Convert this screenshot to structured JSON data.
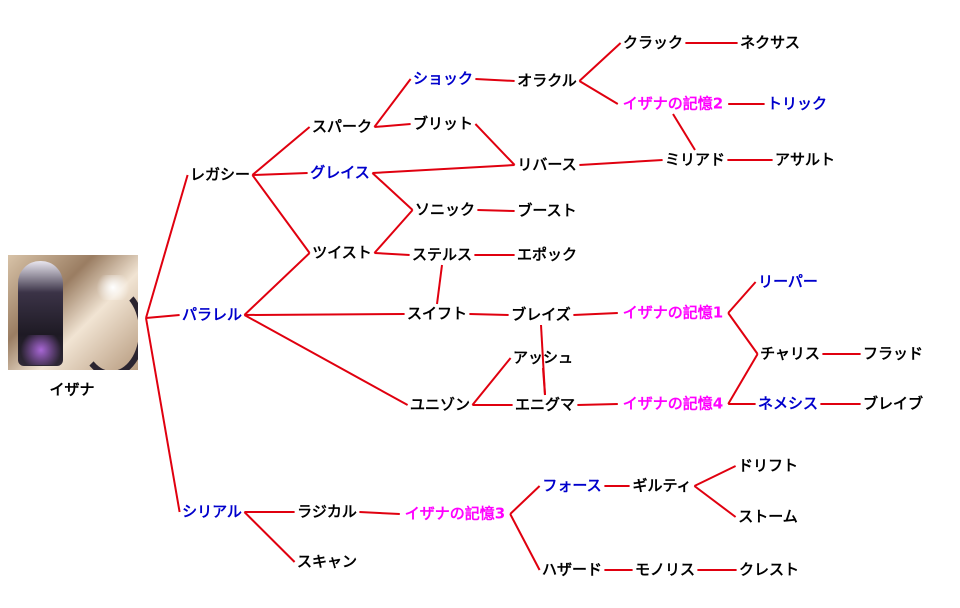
{
  "root": {
    "id": "izana",
    "label": "イザナ"
  },
  "nodes": [
    {
      "id": "legacy",
      "label": "レガシー",
      "color": "black"
    },
    {
      "id": "parallel",
      "label": "パラレル",
      "color": "blue"
    },
    {
      "id": "serial",
      "label": "シリアル",
      "color": "blue"
    },
    {
      "id": "spark",
      "label": "スパーク",
      "color": "black"
    },
    {
      "id": "grace",
      "label": "グレイス",
      "color": "blue"
    },
    {
      "id": "twist",
      "label": "ツイスト",
      "color": "black"
    },
    {
      "id": "shock",
      "label": "ショック",
      "color": "blue"
    },
    {
      "id": "bullet",
      "label": "ブリット",
      "color": "black"
    },
    {
      "id": "sonic",
      "label": "ソニック",
      "color": "black"
    },
    {
      "id": "stealth",
      "label": "ステルス",
      "color": "black"
    },
    {
      "id": "swift",
      "label": "スイフト",
      "color": "black"
    },
    {
      "id": "unison",
      "label": "ユニゾン",
      "color": "black"
    },
    {
      "id": "oracle",
      "label": "オラクル",
      "color": "black"
    },
    {
      "id": "reverse",
      "label": "リバース",
      "color": "black"
    },
    {
      "id": "boost",
      "label": "ブースト",
      "color": "black"
    },
    {
      "id": "epoch",
      "label": "エポック",
      "color": "black"
    },
    {
      "id": "blaze",
      "label": "ブレイズ",
      "color": "black"
    },
    {
      "id": "ash",
      "label": "アッシュ",
      "color": "black"
    },
    {
      "id": "enigma",
      "label": "エニグマ",
      "color": "black"
    },
    {
      "id": "crack",
      "label": "クラック",
      "color": "black"
    },
    {
      "id": "nexus",
      "label": "ネクサス",
      "color": "black"
    },
    {
      "id": "mem2",
      "label": "イザナの記憶2",
      "color": "magenta"
    },
    {
      "id": "trick",
      "label": "トリック",
      "color": "blue"
    },
    {
      "id": "myriad",
      "label": "ミリアド",
      "color": "black"
    },
    {
      "id": "assault",
      "label": "アサルト",
      "color": "black"
    },
    {
      "id": "mem1",
      "label": "イザナの記憶1",
      "color": "magenta"
    },
    {
      "id": "reaper",
      "label": "リーパー",
      "color": "blue"
    },
    {
      "id": "charis",
      "label": "チャリス",
      "color": "black"
    },
    {
      "id": "fraud",
      "label": "フラッド",
      "color": "black"
    },
    {
      "id": "mem4",
      "label": "イザナの記憶4",
      "color": "magenta"
    },
    {
      "id": "nemesis",
      "label": "ネメシス",
      "color": "blue"
    },
    {
      "id": "brave",
      "label": "ブレイブ",
      "color": "black"
    },
    {
      "id": "radical",
      "label": "ラジカル",
      "color": "black"
    },
    {
      "id": "scan",
      "label": "スキャン",
      "color": "black"
    },
    {
      "id": "mem3",
      "label": "イザナの記憶3",
      "color": "magenta"
    },
    {
      "id": "force",
      "label": "フォース",
      "color": "blue"
    },
    {
      "id": "guilty",
      "label": "ギルティ",
      "color": "black"
    },
    {
      "id": "drift",
      "label": "ドリフト",
      "color": "black"
    },
    {
      "id": "storm",
      "label": "ストーム",
      "color": "black"
    },
    {
      "id": "hazard",
      "label": "ハザード",
      "color": "black"
    },
    {
      "id": "monolith",
      "label": "モノリス",
      "color": "black"
    },
    {
      "id": "crest",
      "label": "クレスト",
      "color": "black"
    }
  ],
  "edges": [
    [
      "izana",
      "legacy"
    ],
    [
      "izana",
      "parallel"
    ],
    [
      "izana",
      "serial"
    ],
    [
      "legacy",
      "spark"
    ],
    [
      "legacy",
      "grace"
    ],
    [
      "legacy",
      "twist"
    ],
    [
      "parallel",
      "twist"
    ],
    [
      "parallel",
      "swift"
    ],
    [
      "parallel",
      "unison"
    ],
    [
      "spark",
      "shock"
    ],
    [
      "spark",
      "bullet"
    ],
    [
      "shock",
      "oracle"
    ],
    [
      "oracle",
      "crack"
    ],
    [
      "oracle",
      "mem2"
    ],
    [
      "crack",
      "nexus"
    ],
    [
      "mem2",
      "trick"
    ],
    [
      "mem2",
      "myriad"
    ],
    [
      "bullet",
      "reverse"
    ],
    [
      "grace",
      "reverse"
    ],
    [
      "reverse",
      "myriad"
    ],
    [
      "myriad",
      "assault"
    ],
    [
      "grace",
      "sonic"
    ],
    [
      "twist",
      "sonic"
    ],
    [
      "twist",
      "stealth"
    ],
    [
      "sonic",
      "boost"
    ],
    [
      "stealth",
      "epoch"
    ],
    [
      "stealth",
      "swift"
    ],
    [
      "swift",
      "blaze"
    ],
    [
      "blaze",
      "mem1"
    ],
    [
      "blaze",
      "enigma"
    ],
    [
      "unison",
      "ash"
    ],
    [
      "unison",
      "enigma"
    ],
    [
      "ash",
      "enigma"
    ],
    [
      "enigma",
      "mem4"
    ],
    [
      "mem1",
      "reaper"
    ],
    [
      "mem1",
      "charis"
    ],
    [
      "mem4",
      "charis"
    ],
    [
      "mem4",
      "nemesis"
    ],
    [
      "charis",
      "fraud"
    ],
    [
      "nemesis",
      "brave"
    ],
    [
      "serial",
      "radical"
    ],
    [
      "serial",
      "scan"
    ],
    [
      "radical",
      "mem3"
    ],
    [
      "mem3",
      "force"
    ],
    [
      "mem3",
      "hazard"
    ],
    [
      "force",
      "guilty"
    ],
    [
      "guilty",
      "drift"
    ],
    [
      "guilty",
      "storm"
    ],
    [
      "hazard",
      "monolith"
    ],
    [
      "monolith",
      "crest"
    ]
  ],
  "colors": {
    "edge": "#e0000f",
    "black": "#000000",
    "blue": "#0000cc",
    "magenta": "#ff00ff"
  }
}
